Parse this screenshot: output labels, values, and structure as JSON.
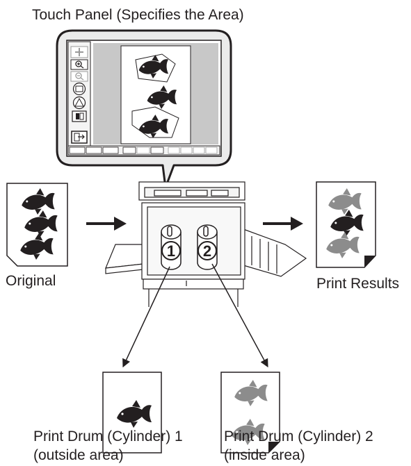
{
  "labels": {
    "touch_panel": "Touch Panel (Specifies the Area)",
    "original": "Original",
    "print_results": "Print Results",
    "drum1_line1": "Print Drum (Cylinder) 1",
    "drum1_line2": "(outside area)",
    "drum2_line1": "Print Drum (Cylinder) 2",
    "drum2_line2": "(inside area)"
  },
  "drum_numbers": {
    "drum1": "1",
    "drum2": "2"
  },
  "colors": {
    "ink": "#231f20",
    "fish_dark": "#231f20",
    "fish_light": "#8c8c8c",
    "panel_gray": "#c8c8c8",
    "callout_bg": "#ebebeb"
  },
  "icons": [
    "goldfish-icon",
    "zoom-in-icon",
    "zoom-out-icon",
    "move-icon",
    "rectangle-area-icon",
    "polygon-area-icon",
    "arrow-right-icon"
  ]
}
